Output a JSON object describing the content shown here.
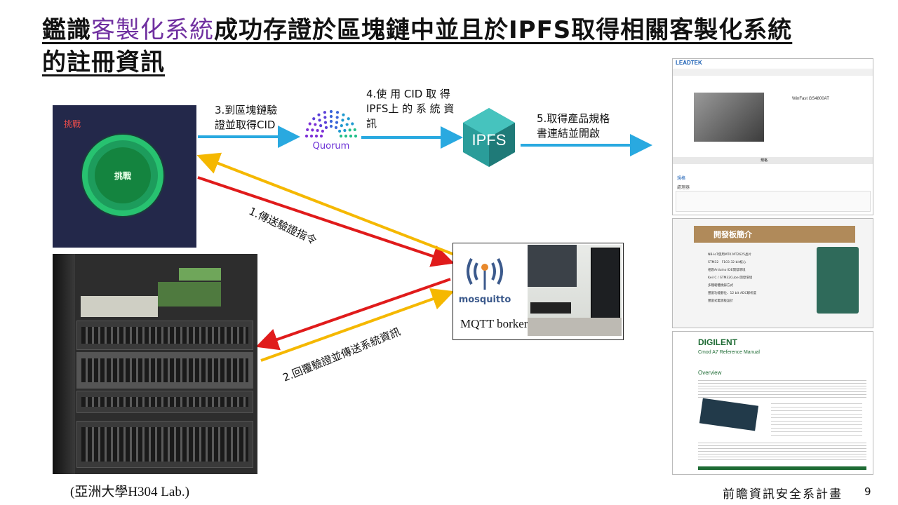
{
  "title": {
    "prefix": "鑑識",
    "highlight": "客製化系統",
    "line1_rest": "成功存證於區塊鏈中並且於IPFS取得相關客製化系統",
    "line2": "的註冊資訊"
  },
  "arrows": {
    "step1": "1.傳送驗證指令",
    "step2": "2.回覆驗證並傳送系統資訊",
    "step3_line1": "3.到區塊鏈驗",
    "step3_line2": "證並取得CID",
    "step4_line1": "4.使 用 CID 取 得",
    "step4_line2": "IPFS上 的 系 統 資",
    "step4_line3": "訊",
    "step5_line1": "5.取得產品規格",
    "step5_line2": "書連結並開啟",
    "colors": {
      "blue": "#29a9e0",
      "yellow": "#f5b800",
      "red": "#e01b1b"
    }
  },
  "challenge_panel": {
    "corner_label": "挑戰",
    "button_label": "挑戰"
  },
  "logos": {
    "quorum": "Quorum",
    "ipfs": "IPFS",
    "mosquitto": "mosquitto"
  },
  "mqtt": {
    "label": "MQTT borker"
  },
  "lab_caption": "(亞洲大學H304 Lab.)",
  "footer": {
    "text": "前瞻資訊安全系計畫",
    "page": "9"
  },
  "leadtek": {
    "brand": "LEADTEK",
    "product": "WinFast GS4800AT",
    "section": "規格",
    "subsection": "處理器",
    "tab_active": "規格"
  },
  "devboard": {
    "title": "開發板簡介",
    "items": [
      "NB-IoT使用MTK MT2625晶片",
      "STM32　F103 32 bit核心",
      "相容Arduino IDE開發環境",
      "Keil C / STM32Cube 開發環境",
      "多種韌體燒錄方式",
      "豐富功能腳位、12 bit ADC解析度",
      "豐富式電源板設計"
    ]
  },
  "digilent": {
    "brand": "DIGILENT",
    "doc_title": "Cmod A7 Reference Manual",
    "section": "Overview"
  }
}
